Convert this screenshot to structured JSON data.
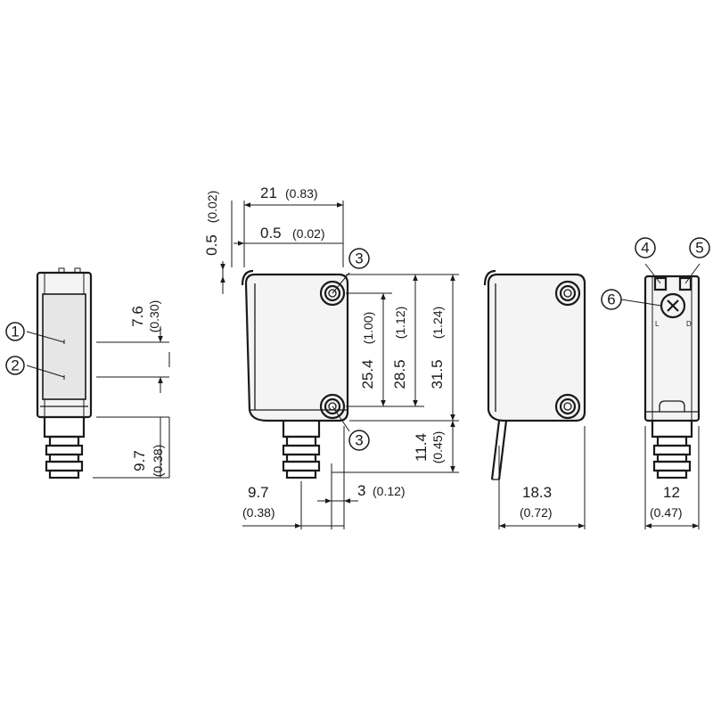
{
  "callouts": [
    "1",
    "2",
    "3",
    "3",
    "4",
    "5",
    "6"
  ],
  "side_view": {
    "dim_7_6": {
      "value": "7.6",
      "inch": "(0.30)"
    },
    "dim_9_7": {
      "value": "9.7",
      "inch": "(0.38)"
    }
  },
  "front_view": {
    "dim_21": {
      "value": "21",
      "inch": "(0.83)"
    },
    "dim_0_5_a": {
      "value": "0.5",
      "inch": "(0.02)"
    },
    "dim_0_5_b": {
      "value": "0.5",
      "inch": "(0.02)"
    },
    "dim_25_4": {
      "value": "25.4",
      "inch": "(1.00)"
    },
    "dim_28_5": {
      "value": "28.5",
      "inch": "(1.12)"
    },
    "dim_31_5": {
      "value": "31.5",
      "inch": "(1.24)"
    },
    "dim_11_4": {
      "value": "11.4",
      "inch": "(0.45)"
    },
    "dim_9_7": {
      "value": "9.7",
      "inch": "(0.38)"
    },
    "dim_3": {
      "value": "3",
      "inch": "(0.12)"
    }
  },
  "cable_view": {
    "dim_18_3": {
      "value": "18.3",
      "inch": "(0.72)"
    }
  },
  "rear_view": {
    "dim_12": {
      "value": "12",
      "inch": "(0.47)"
    },
    "label_l": "L",
    "label_d": "D"
  }
}
